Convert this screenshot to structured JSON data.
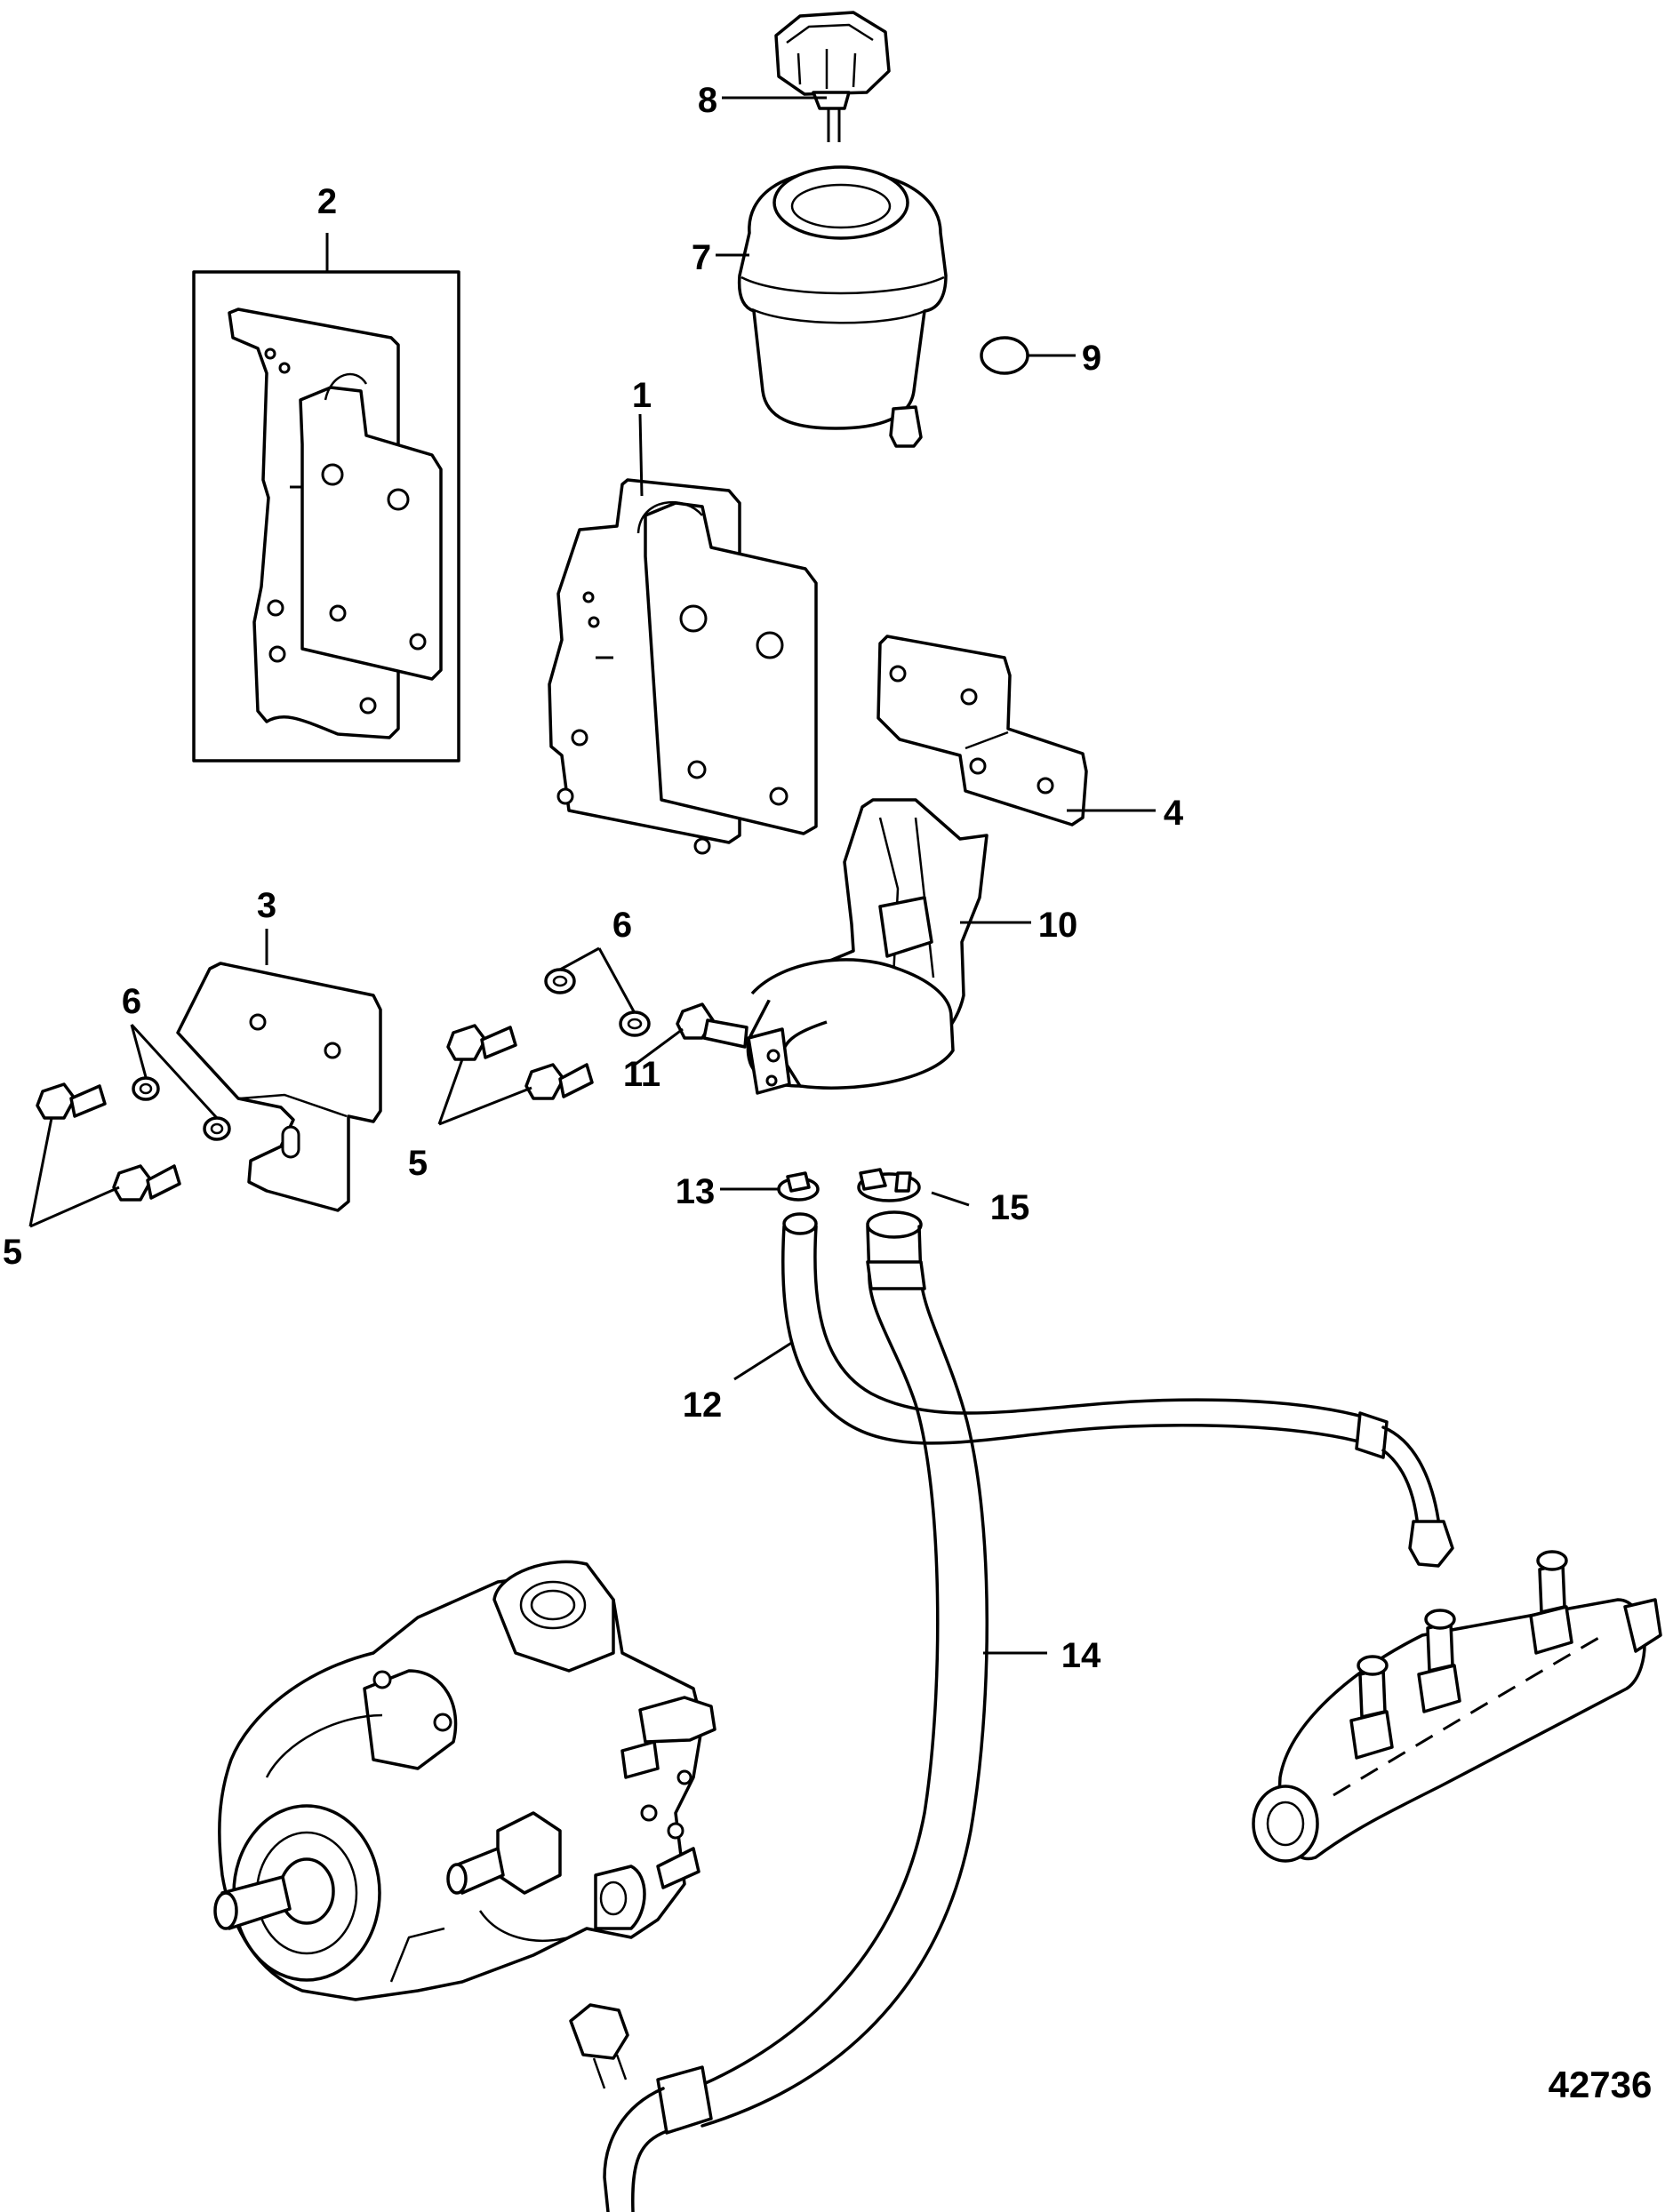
{
  "figure_number": "42736",
  "callouts": {
    "c1": "1",
    "c2": "2",
    "c3": "3",
    "c4": "4",
    "c5a": "5",
    "c5b": "5",
    "c6a": "6",
    "c6b": "6",
    "c7": "7",
    "c8": "8",
    "c9": "9",
    "c10": "10",
    "c11": "11",
    "c12": "12",
    "c13": "13",
    "c14": "14",
    "c15": "15"
  }
}
